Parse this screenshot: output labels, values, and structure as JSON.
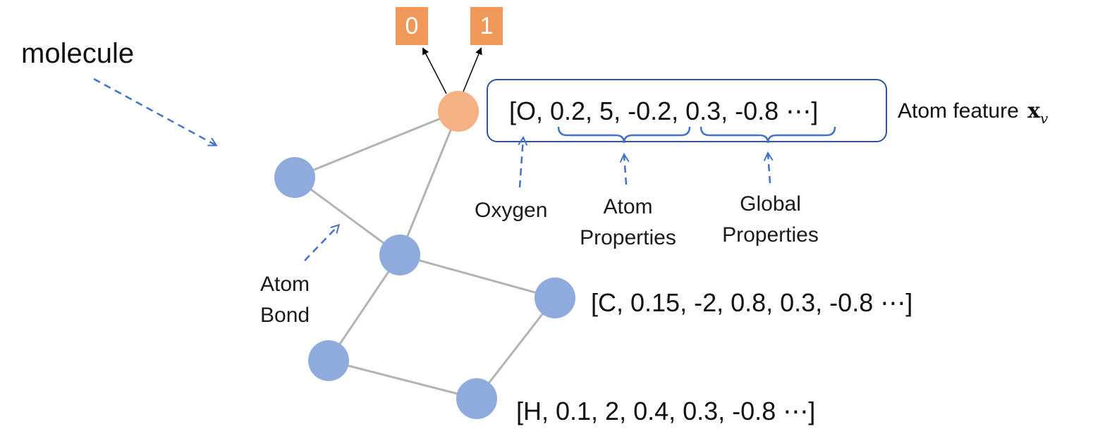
{
  "title": "molecule",
  "colors": {
    "oxygen_node": "#F4B183",
    "atom_node": "#8FAADC",
    "bond": "#b3b3b3",
    "label_box": "#F0985A",
    "arrow_blue": "#4472C4",
    "feature_box_border": "#2F5597"
  },
  "output_labels": [
    "0",
    "1"
  ],
  "feature_vector": "[O, 0.2, 5, -0.2, 0.3, -0.8 ⋯]",
  "feature_caption": "Atom feature",
  "feature_symbol": "x",
  "feature_subscript": "v",
  "annotations": {
    "oxygen": "Oxygen",
    "atom_properties": [
      "Atom",
      "Properties"
    ],
    "global_properties": [
      "Global",
      "Properties"
    ],
    "atom_bond": [
      "Atom",
      "Bond"
    ]
  },
  "node_vectors": {
    "carbon": "[C, 0.15, -2, 0.8, 0.3, -0.8 ⋯]",
    "hydrogen": "[H, 0.1, 2, 0.4, 0.3, -0.8 ⋯]"
  }
}
